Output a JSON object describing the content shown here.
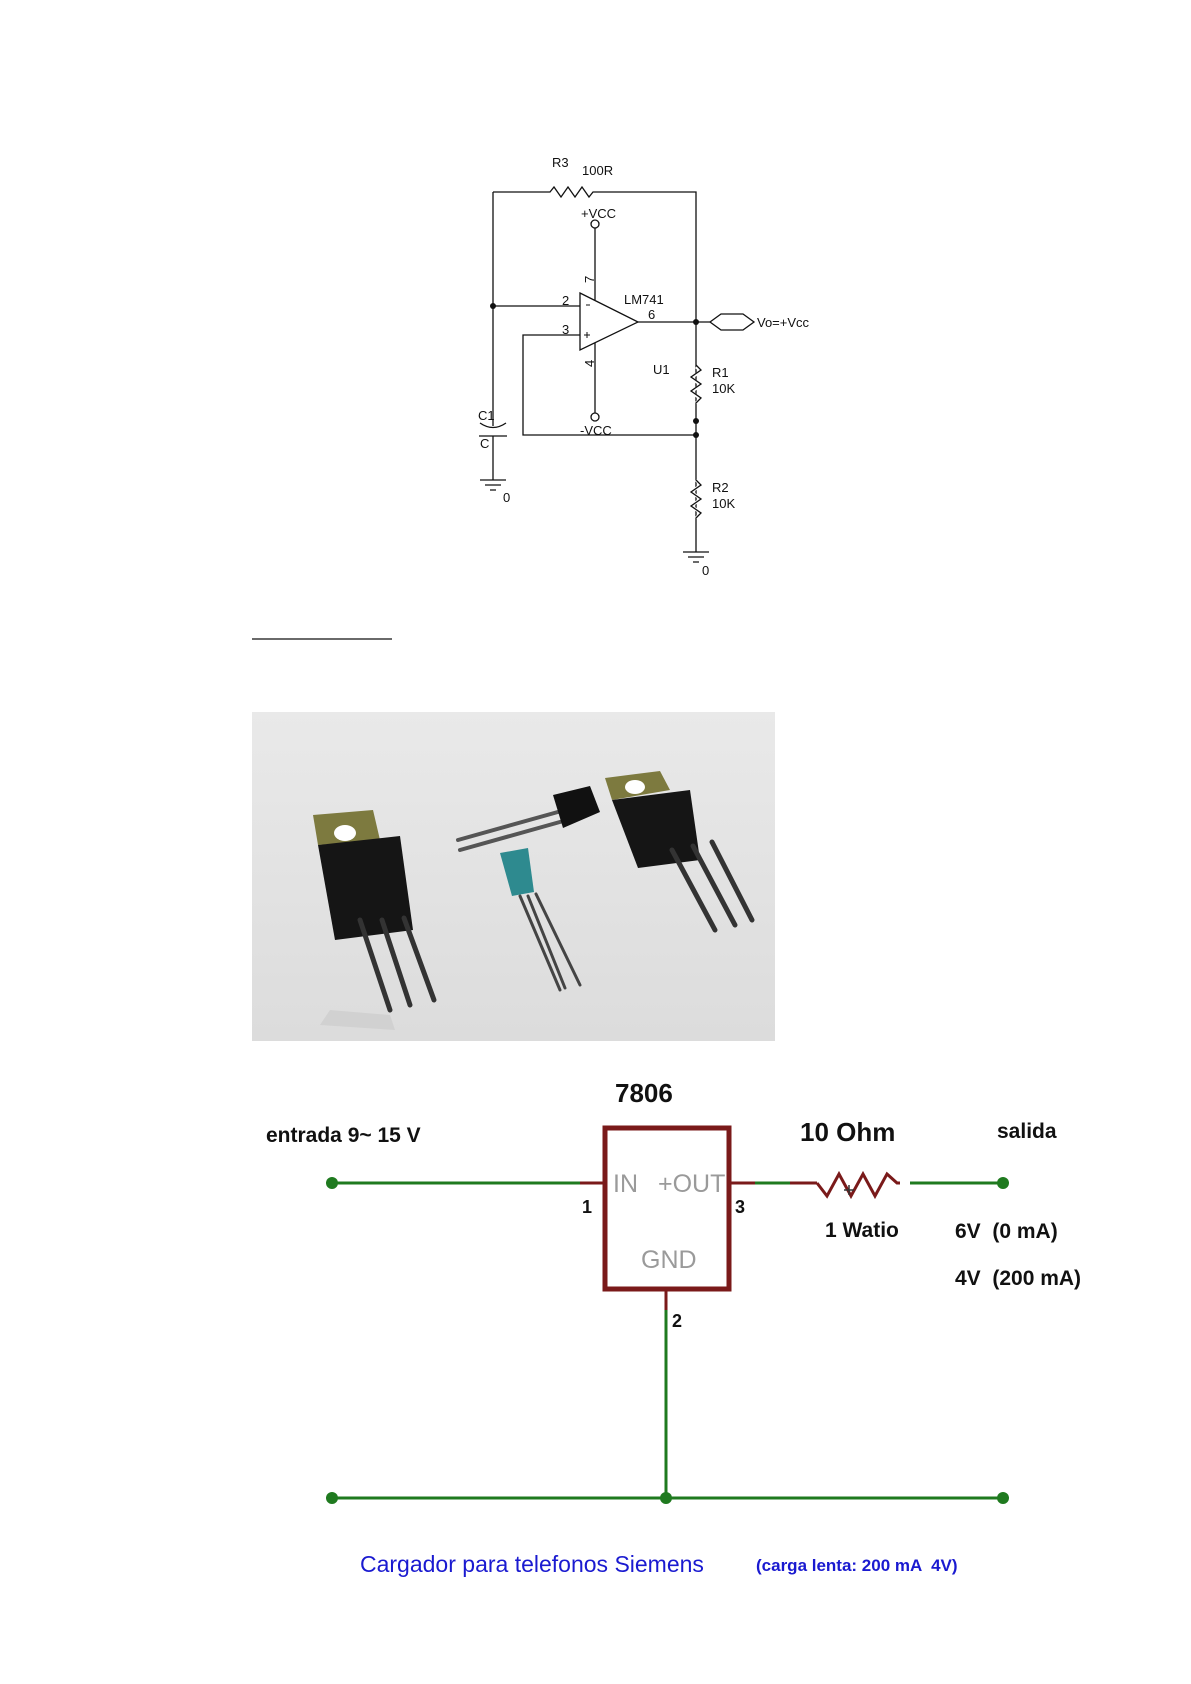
{
  "opamp_circuit": {
    "r3_ref": "R3",
    "r3_value": "100R",
    "vcc_pos": "+VCC",
    "vcc_neg": "-VCC",
    "pin7": "7",
    "pin2": "2",
    "pin3": "3",
    "pin6": "6",
    "pin4": "4",
    "ic_name": "LM741",
    "ic_ref": "U1",
    "r1_ref": "R1",
    "r1_value": "10K",
    "r2_ref": "R2",
    "r2_value": "10K",
    "c1_ref": "C1",
    "c1_value": "C",
    "gnd_left": "0",
    "gnd_right": "0",
    "output_label": "Vo=+Vcc"
  },
  "regulator_circuit": {
    "input_label": "entrada 9~ 15 V",
    "ic_name": "7806",
    "pin_in": "IN",
    "pin_out": "+OUT",
    "pin_gnd": "GND",
    "pin1": "1",
    "pin2": "2",
    "pin3": "3",
    "resistor_value": "10 Ohm",
    "resistor_power": "1 Watio",
    "output_label": "salida",
    "output_line1": "6V  (0 mA)",
    "output_line2": "4V  (200 mA)",
    "caption": "Cargador para telefonos Siemens",
    "caption_note": "(carga lenta: 200 mA  4V)",
    "wire_color": "#1f7a1f",
    "body_color": "#7a1a1a",
    "caption_color": "#1a1ad0"
  }
}
